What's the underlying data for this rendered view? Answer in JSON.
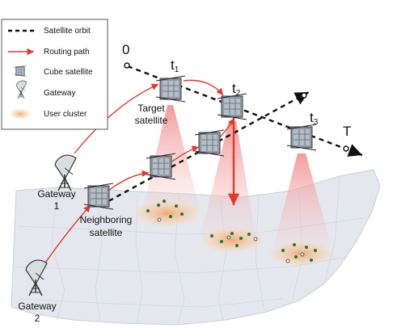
{
  "legend": {
    "satellite_orbit": "Satellite orbit",
    "routing_path": "Routing path",
    "cube_satellite": "Cube satellite",
    "gateway": "Gateway",
    "user_cluster": "User cluster"
  },
  "labels": {
    "orbit_start": "0",
    "orbit_end": "T",
    "t1": "t",
    "t1_sub": "1",
    "t2": "t",
    "t2_sub": "2",
    "t3": "t",
    "t3_sub": "3",
    "target_line1": "Target",
    "target_line2": "satellite",
    "neighbor_line1": "Neighboring",
    "neighbor_line2": "satellite",
    "gateway1_line1": "Gateway",
    "gateway1_line2": "1",
    "gateway2_line1": "Gateway",
    "gateway2_line2": "2"
  },
  "colors": {
    "routing": "#e0392b",
    "beam": "#f3a3a3",
    "cluster": "#f5b98a",
    "user_green": "#1f7a2e",
    "map": "#e4e8ee",
    "orbit": "#111111"
  }
}
